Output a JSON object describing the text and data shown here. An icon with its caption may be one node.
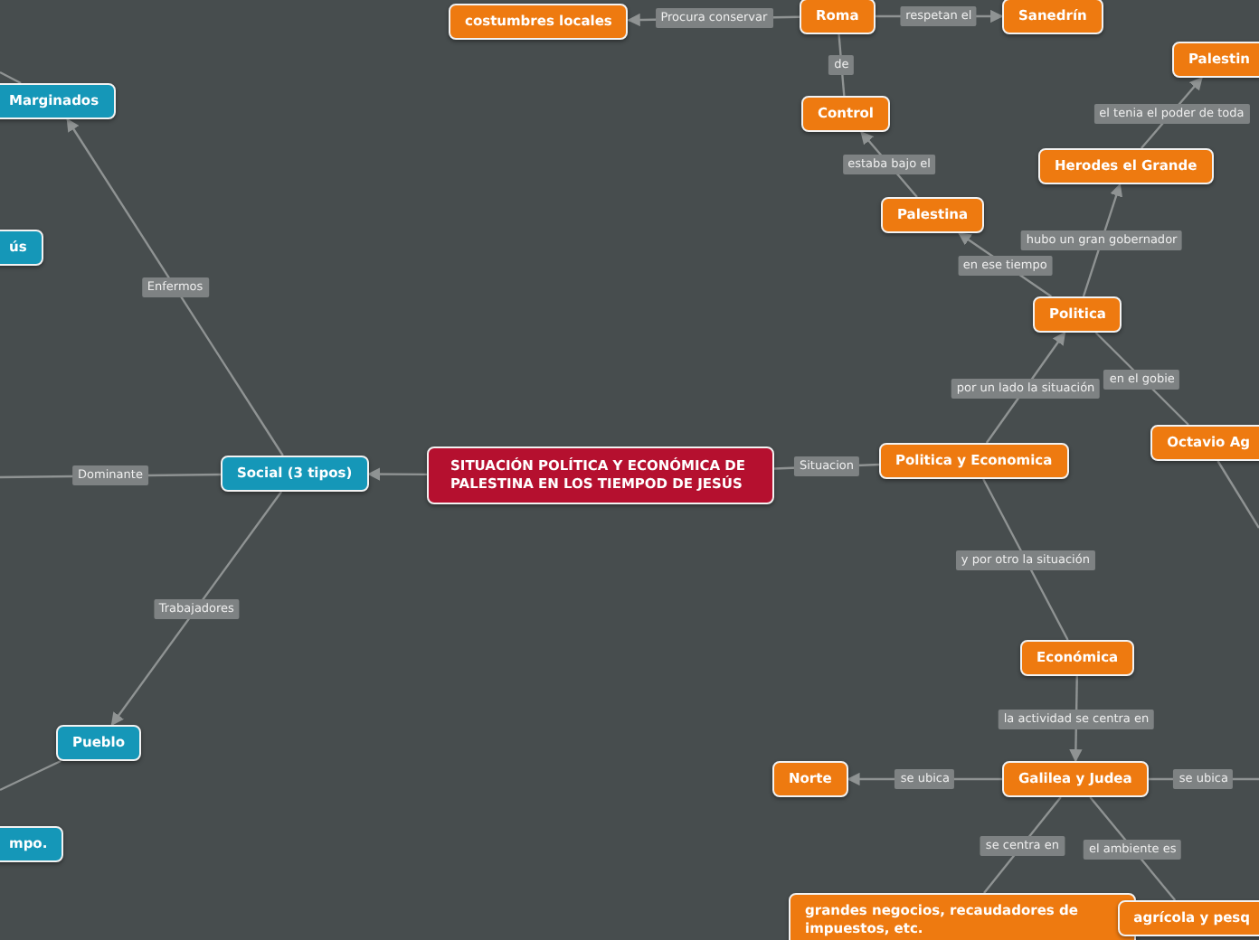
{
  "diagram": {
    "nodes": [
      {
        "text": [
          "SITUACIÓN POLÍTICA Y ECONÓMICA DE PALESTINA EN LOS TIEMPOD DE JESÚS"
        ]
      },
      {
        "text": [
          "Politica y Economica"
        ]
      },
      {
        "text": [
          "Politica"
        ]
      },
      {
        "text": [
          "Palestina"
        ]
      },
      {
        "text": [
          "Control"
        ]
      },
      {
        "text": [
          "Roma"
        ]
      },
      {
        "text": [
          "costumbres locales"
        ]
      },
      {
        "text": [
          "Sanedrín"
        ]
      },
      {
        "text": [
          "Herodes el Grande"
        ]
      },
      {
        "text": [
          "Palestin"
        ]
      },
      {
        "text": [
          "Octavio Ag"
        ]
      },
      {
        "text": [
          "Económica"
        ]
      },
      {
        "text": [
          "Galilea y Judea"
        ]
      },
      {
        "text": [
          "Norte"
        ]
      },
      {
        "text": [
          "grandes negocios, recaudadores de impuestos, etc."
        ]
      },
      {
        "text": [
          "agrícola y pesq"
        ]
      },
      {
        "text": [
          "Social (3 tipos)"
        ]
      },
      {
        "text": [
          "Marginados"
        ]
      },
      {
        "text": [
          "ús"
        ]
      },
      {
        "text": [
          "Pueblo"
        ]
      },
      {
        "text": [
          "mpo."
        ]
      }
    ],
    "edges": [
      {
        "from": 0,
        "to": 16,
        "arrow": "to"
      },
      {
        "from": 0,
        "to": 1,
        "arrow": "none",
        "label": "Situacion"
      },
      {
        "from": 1,
        "to": 2,
        "arrow": "to",
        "label": "por un lado la situación"
      },
      {
        "from": 2,
        "to": 3,
        "arrow": "to",
        "label": "en ese tiempo"
      },
      {
        "from": 3,
        "to": 4,
        "arrow": "to",
        "label": "estaba bajo el"
      },
      {
        "from": 5,
        "to": 4,
        "arrow": "none",
        "label": "de"
      },
      {
        "from": 5,
        "to": 6,
        "arrow": "to",
        "label": "Procura conservar"
      },
      {
        "from": 5,
        "to": 7,
        "arrow": "to",
        "label": "respetan el"
      },
      {
        "from": 2,
        "to": 8,
        "arrow": "to",
        "label": "hubo un gran gobernador"
      },
      {
        "from": 8,
        "to": 9,
        "arrow": "to",
        "label": "el tenia el poder de toda"
      },
      {
        "from": 2,
        "to": 10,
        "arrow": "none",
        "label": "en el gobie"
      },
      {
        "from": 10,
        "to": null,
        "arrow": "none"
      },
      {
        "from": 1,
        "to": 11,
        "arrow": "none",
        "label": "y por otro la situación"
      },
      {
        "from": 11,
        "to": 12,
        "arrow": "to",
        "label": "la actividad se centra en"
      },
      {
        "from": 12,
        "to": 13,
        "arrow": "to",
        "label": "se ubica"
      },
      {
        "from": 12,
        "to": null,
        "arrow": "none",
        "label": "se ubica"
      },
      {
        "from": 12,
        "to": 14,
        "arrow": "none",
        "label": "se centra en"
      },
      {
        "from": 12,
        "to": 15,
        "arrow": "none",
        "label": "el ambiente es"
      },
      {
        "from": 16,
        "to": 17,
        "arrow": "to",
        "label": "Enfermos"
      },
      {
        "from": 16,
        "to": null,
        "arrow": "none",
        "label": "Dominante"
      },
      {
        "from": 16,
        "to": 19,
        "arrow": "to",
        "label": "Trabajadores"
      },
      {
        "from": 19,
        "to": null,
        "arrow": "none"
      },
      {
        "from": 17,
        "to": null,
        "arrow": "none"
      }
    ]
  }
}
